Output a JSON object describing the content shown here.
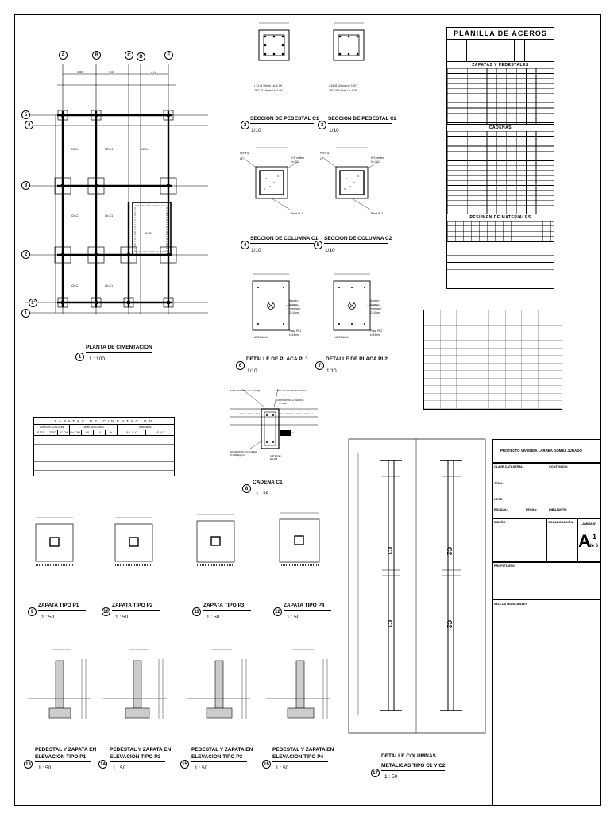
{
  "plan": {
    "title": "PLANTA DE CIMENTACION",
    "num": "1",
    "scale": "1 : 100",
    "axes_x": [
      "A",
      "B",
      "C",
      "D",
      "E"
    ],
    "axes_y": [
      "5",
      "4",
      "3",
      "2",
      "1'",
      "1"
    ]
  },
  "details": {
    "ped_c1": {
      "title": "SECCION DE PEDESTAL C1",
      "num": "2",
      "scale": "1/10",
      "note1": "• 12 Ø 10mm Ltc 1.00",
      "note2": "2EC Ø 16mm Ltc 1.00"
    },
    "ped_c2": {
      "title": "SECCION DE PEDESTAL C2",
      "num": "3",
      "scale": "1/10",
      "note1": "• 10 Ø 12mm Ltc 1.07",
      "note2": "2EC Ø 10mm Ltc 1.08"
    },
    "col_c1": {
      "title": "SECCION DE COLUMNA C1",
      "num": "4",
      "scale": "1/10"
    },
    "col_c2": {
      "title": "SECCION DE COLUMNA C2",
      "num": "5",
      "scale": "1/10"
    },
    "pl1": {
      "title": "DETALLE DE PLACA PL1",
      "num": "6",
      "scale": "1/10"
    },
    "pl2": {
      "title": "DETALLE DE PLACA PL2",
      "num": "7",
      "scale": "1/10"
    },
    "cadena": {
      "title": "CADENA C1",
      "num": "8",
      "scale": "1 : 25"
    }
  },
  "zapatas": [
    {
      "title": "ZAPATA TIPO P1",
      "num": "9",
      "scale": "1 : 50"
    },
    {
      "title": "ZAPATA TIPO P2",
      "num": "10",
      "scale": "1 : 50"
    },
    {
      "title": "ZAPATA TIPO P3",
      "num": "11",
      "scale": "1 : 50"
    },
    {
      "title": "ZAPATA TIPO P4",
      "num": "12",
      "scale": "1 : 50"
    }
  ],
  "pedestales": [
    {
      "title1": "PEDESTAL Y ZAPATA EN",
      "title2": "ELEVACION TIPO P1",
      "num": "13",
      "scale": "1 : 50"
    },
    {
      "title1": "PEDESTAL Y ZAPATA EN",
      "title2": "ELEVACION TIPO P2",
      "num": "14",
      "scale": "1 : 50"
    },
    {
      "title1": "PEDESTAL Y ZAPATA EN",
      "title2": "ELEVACION TIPO P3",
      "num": "15",
      "scale": "1 : 50"
    },
    {
      "title1": "PEDESTAL Y ZAPATA EN",
      "title2": "ELEVACION TIPO P4",
      "num": "16",
      "scale": "1 : 50"
    }
  ],
  "columnas": {
    "title1": "DETALLE COLUMNAS",
    "title2": "METALICAS TIPO C1 Y C2",
    "num": "17",
    "scale": "1 : 50",
    "c1": "C1",
    "c2": "C2"
  },
  "planilla": {
    "title": "PLANILLA DE ACEROS",
    "sec1": "ZAPATAS Y PEDESTALES",
    "sec2": "CADENAS",
    "sec3": "RESUMEN DE MATERIALES"
  },
  "zap_table": {
    "title": "ZAPATAS DE CIMENTACION",
    "group1": "IDENTIFICACION",
    "group2": "DIMENSIONES",
    "group3": "ARMADO",
    "headers": [
      "EJES",
      "TIPO",
      "N° CM",
      "No CIM.",
      "LX",
      "LY",
      "h",
      "AS. X-X",
      "AS. Y-Y"
    ]
  },
  "titleblock": {
    "project": "PROYECTO VIVIENDA LARREA GOMEZ JURADO",
    "clave_label": "CLAVE CATASTRAL:",
    "contenido_label": "CONTENIDO:",
    "zona_label": "ZONA:",
    "lote_label": "LOTE:",
    "escala_label": "ESCALA:",
    "fecha_label": "FECHA:",
    "dibujo_label": "DIBUJANTE:",
    "diseno_label": "DISEÑO",
    "colaboracion_label": "COLABORACIÓN:",
    "lamina_label": "LAMINA N°",
    "lamina_letter": "A",
    "lamina_num": "1",
    "lamina_total": "de 6",
    "propietario_label": "PROPIETARIO",
    "sellos_label": "SELLOS MUNICIPALES"
  }
}
